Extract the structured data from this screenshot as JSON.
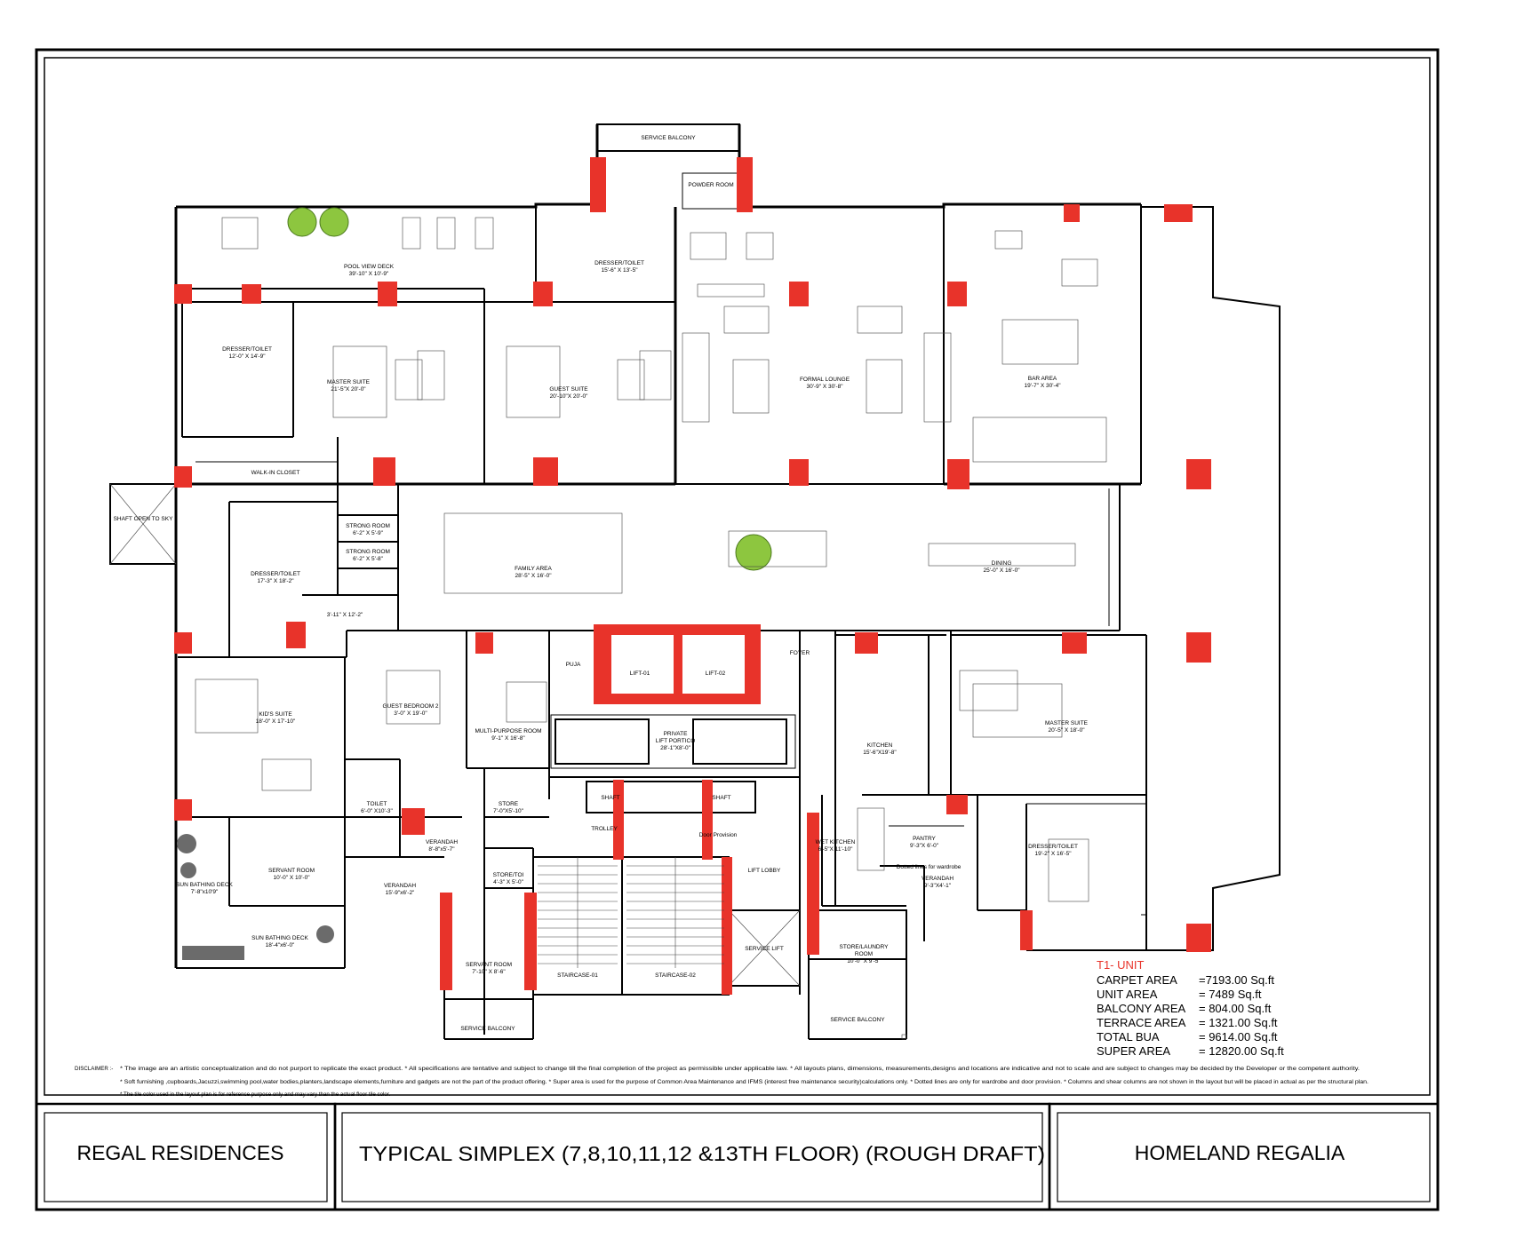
{
  "titles": {
    "left": "REGAL RESIDENCES",
    "center": "TYPICAL SIMPLEX (7,8,10,11,12 &13TH FLOOR)  (ROUGH DRAFT)",
    "right": "HOMELAND REGALIA"
  },
  "rooms": {
    "service_balcony_top": "SERVICE BALCONY",
    "powder_room": "POWDER ROOM",
    "pool_view_deck": "POOL VIEW DECK",
    "pool_view_deck_dim": "39'-10\" X 10'-9\"",
    "dresser_toilet_top": "DRESSER/TOILET",
    "dresser_toilet_top_dim": "15'-6\" X 13'-5\"",
    "dresser_toilet_left": "DRESSER/TOILET",
    "dresser_toilet_left_dim": "12'-0\" X 14'-9\"",
    "master_suite_1": "MASTER SUITE",
    "master_suite_1_dim": "21'-5\"X 20'-0\"",
    "guest_suite": "GUEST SUITE",
    "guest_suite_dim": "20'-10\"X 20'-0\"",
    "formal_lounge": "FORMAL LOUNGE",
    "formal_lounge_dim": "30'-9\" X 30'-8\"",
    "bar_area": "BAR AREA",
    "bar_area_dim": "19'-7\" X 30'-4\"",
    "walk_in_closet": "WALK-IN CLOSET",
    "shaft": "SHAFT OPEN TO SKY",
    "strong_room_1": "STRONG ROOM",
    "strong_room_1_dim": "6'-2\" X 5'-9\"",
    "strong_room_2": "STRONG ROOM",
    "strong_room_2_dim": "6'-2\" X 5'-8\"",
    "dresser_toilet_mid": "DRESSER/TOILET",
    "dresser_toilet_mid_dim": "17'-3\" X 18'-2\"",
    "passage_dim": "3'-11\" X 12'-2\"",
    "family_area": "FAMILY AREA",
    "family_area_dim": "28'-5\" X 16'-0\"",
    "dining": "DINING",
    "dining_dim": "25'-0\" X 16'-0\"",
    "puja": "PUJA",
    "lift_01": "LIFT-01",
    "lift_02": "LIFT-02",
    "foyer": "FOYER",
    "kids_suite": "KID'S SUITE",
    "kids_suite_dim": "18'-0\" X 17'-10\"",
    "guest_bedroom_2": "GUEST BEDROOM 2",
    "guest_bedroom_2_dim": "3'-0\" X 19'-0\"",
    "multi_purpose": "MULTI-PURPOSE ROOM",
    "multi_purpose_dim": "9'-1\" X 16'-8\"",
    "private_lift_portico": "PRIVATE",
    "private_lift_portico_2": "LIFT PORTICO",
    "private_lift_portico_dim": "28'-1\"X8'-0\"",
    "kitchen": "KITCHEN",
    "kitchen_dim": "15'-6\"X19'-8\"",
    "master_suite_2": "MASTER SUITE",
    "master_suite_2_dim": "20'-5\" X 18'-0\"",
    "store_1": "STORE",
    "store_1_dim": "7'-0\"X5'-10\"",
    "shaft_a": "SHAFT",
    "shaft_b": "SHAFT",
    "trolley": "TROLLEY",
    "door_provision": "Door Provision",
    "toilet": "TOILET",
    "toilet_dim": "6'-0\" X10'-3\"",
    "verandah_1": "VERANDAH",
    "verandah_1_dim": "8'-8\"x5'-7\"",
    "verandah_2": "VERANDAH",
    "verandah_2_dim": "15'-9\"x6'-2\"",
    "servant_room_1": "SERVANT ROOM",
    "servant_room_1_dim": "10'-0\" X 10'-0\"",
    "sun_bathing_1": "SUN BATHING DECK",
    "sun_bathing_1_dim": "7'-8\"x10'9\"",
    "sun_bathing_2": "SUN BATHING DECK",
    "sun_bathing_2_dim": "18'-4\"x6'-0\"",
    "store_toi": "STORE/TOI",
    "store_toi_dim": "4'-3\" X 5'-0\"",
    "servant_room_2": "SERVANT ROOM",
    "servant_room_2_dim": "7'-10\" X 8'-6\"",
    "staircase_1": "STAIRCASE-01",
    "staircase_2": "STAIRCASE-02",
    "lift_lobby": "LIFT LOBBY",
    "service_lift": "SERVICE LIFT",
    "wet_kitchen": "WET KITCHEN",
    "wet_kitchen_dim": "6'-5\"X 11'-10\"",
    "pantry": "PANTRY",
    "pantry_dim": "9'-3\"X 6'-0\"",
    "verandah_3": "VERANDAH",
    "verandah_3_dim": "9'-3\"X4'-1\"",
    "dresser_toilet_right": "DRESSER/TOILET",
    "dresser_toilet_right_dim": "19'-2\" X 16'-5\"",
    "store_laundry": "STORE/LAUNDRY",
    "store_laundry_2": "ROOM",
    "store_laundry_dim": "10'-0\" X 9'-5\"",
    "service_balcony_left": "SERVICE BALCONY",
    "service_balcony_right": "SERVICE BALCONY",
    "dotted_note": "Dotted lines for wardrobe"
  },
  "unit": {
    "title": "T1- UNIT",
    "rows": [
      {
        "label": "CARPET AREA",
        "value": "=7193.00 Sq.ft"
      },
      {
        "label": "UNIT AREA",
        "value": "= 7489 Sq.ft"
      },
      {
        "label": "BALCONY AREA",
        "value": "= 804.00 Sq.ft"
      },
      {
        "label": "TERRACE AREA",
        "value": "= 1321.00 Sq.ft"
      },
      {
        "label": "TOTAL BUA",
        "value": "= 9614.00 Sq.ft"
      },
      {
        "label": "SUPER AREA",
        "value": "= 12820.00 Sq.ft"
      }
    ]
  },
  "disclaimer": {
    "label": "DISCLAIMER :-",
    "line1": "* The image are an artistic conceptualization and do not  purport to replicate the exact product. * All specifications are tentative and subject to change till the final completion of the project as permissible under applicable law.  * All layouts plans, dimensions, measurements,designs and locations are indicative and not to scale and are subject to changes may be decided by the Developer or the competent authority.",
    "line2": "* Soft furnishing ,cupboards,Jacuzzi,swimming pool,water bodies,planters,landscape elements,furniture and gadgets  are not the part of the product offering.  * Super area is used for the purpose of Common Area Maintenance and IFMS (interest free maintenance security)calculations only.  * Dotted lines are only for wardrobe and door provision.  * Columns and shear columns are not shown in the layout but will be placed in actual as per the structural plan.",
    "line3": "* The tile color used in the layout plan is for reference purpose only and may vary than the actual floor tile color."
  },
  "colors": {
    "column": "#e8332a",
    "tree": "#8dc63f",
    "ink": "#000000"
  }
}
